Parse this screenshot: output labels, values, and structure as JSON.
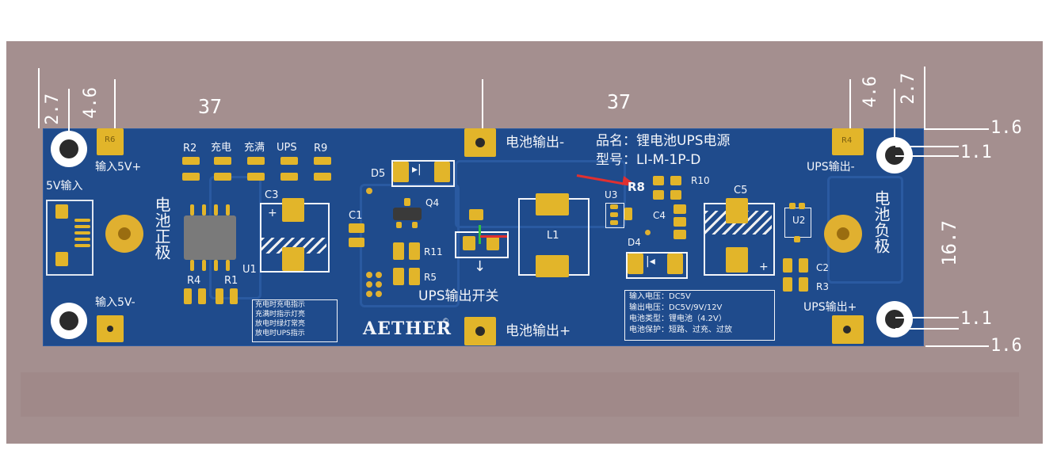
{
  "dimensions": {
    "width_left": "37",
    "width_right": "37",
    "top_left_a": "2.7",
    "top_left_b": "4.6",
    "top_right_a": "4.6",
    "top_right_b": "2.7",
    "right_top_a": "1.6",
    "right_top_b": "1.1",
    "right_bottom_a": "1.1",
    "right_bottom_b": "1.6",
    "height": "16.7"
  },
  "labels": {
    "input_5v_plus": "输入5V+",
    "input_5v_minus": "输入5V-",
    "input_5v": "5V输入",
    "battery_positive": "电池正极",
    "battery_negative": "电池负极",
    "battery_out_minus": "电池输出-",
    "battery_out_plus": "电池输出+",
    "ups_out_minus": "UPS输出-",
    "ups_out_plus": "UPS输出+",
    "ups_switch": "UPS输出开关",
    "product_name": "品名：锂电池UPS电源",
    "model": "型号：LI-M-1P-D",
    "brand": "AETHER"
  },
  "designators": {
    "r2": "R2",
    "charge": "充电",
    "full": "充满",
    "ups": "UPS",
    "r9": "R9",
    "c3": "C3",
    "u1": "U1",
    "r4": "R4",
    "r1": "R1",
    "c1": "C1",
    "d5": "D5",
    "q4": "Q4",
    "r11": "R11",
    "r5": "R5",
    "l1": "L1",
    "u3": "U3",
    "r8": "R8",
    "r10": "R10",
    "c4": "C4",
    "d4": "D4",
    "c5": "C5",
    "u2": "U2",
    "c2": "C2",
    "r3": "R3",
    "ref_r6": "R6",
    "ref_r4": "R4"
  },
  "notes_left": [
    "充电时充电指示",
    "充满时指示灯亮",
    "放电时绿灯常亮",
    "放电时UPS指示"
  ],
  "spec_box": [
    "输入电压：DC5V",
    "输出电压：DC5V/9V/12V",
    "电池类型：锂电池（4.2V）",
    "电池保护：短路、过充、过放"
  ],
  "colors": {
    "pcb": "#1f4b8c",
    "pad": "#e2b52a",
    "background": "#a48f8f",
    "silkscreen": "#f4f6fa",
    "arrow": "#e03030"
  }
}
